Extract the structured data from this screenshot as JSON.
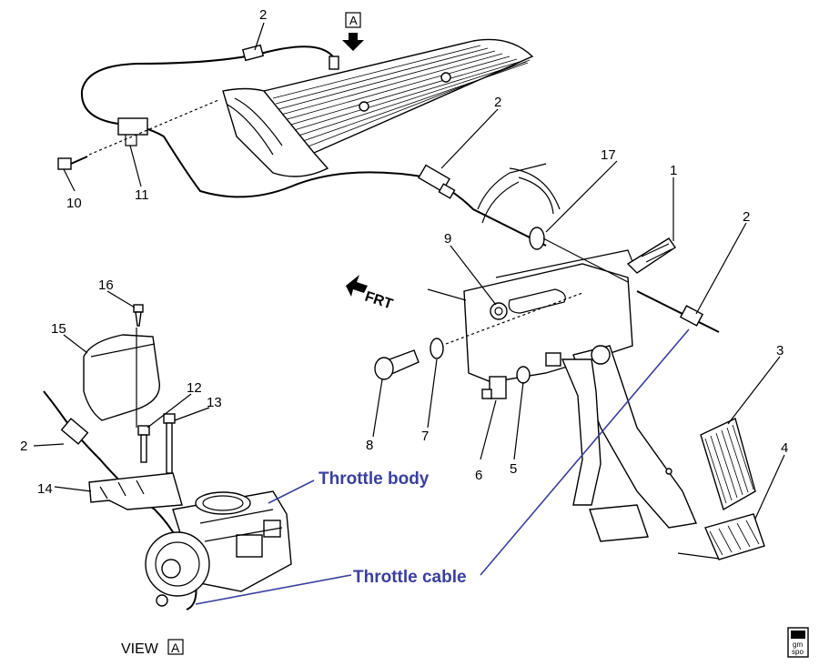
{
  "callouts": {
    "c1": "1",
    "c2a": "2",
    "c2b": "2",
    "c2c": "2",
    "c2d": "2",
    "c3": "3",
    "c4": "4",
    "c5": "5",
    "c6": "6",
    "c7": "7",
    "c8": "8",
    "c9": "9",
    "c10": "10",
    "c11": "11",
    "c12": "12",
    "c13": "13",
    "c14": "14",
    "c15": "15",
    "c16": "16",
    "c17": "17"
  },
  "annotations": {
    "throttle_body": "Throttle body",
    "throttle_cable": "Throttle cable"
  },
  "view": {
    "label": "VIEW",
    "letter": "A",
    "top_marker": "A"
  },
  "direction": {
    "label": "FRT"
  },
  "logo": {
    "line1": "gm",
    "line2": "spo"
  }
}
